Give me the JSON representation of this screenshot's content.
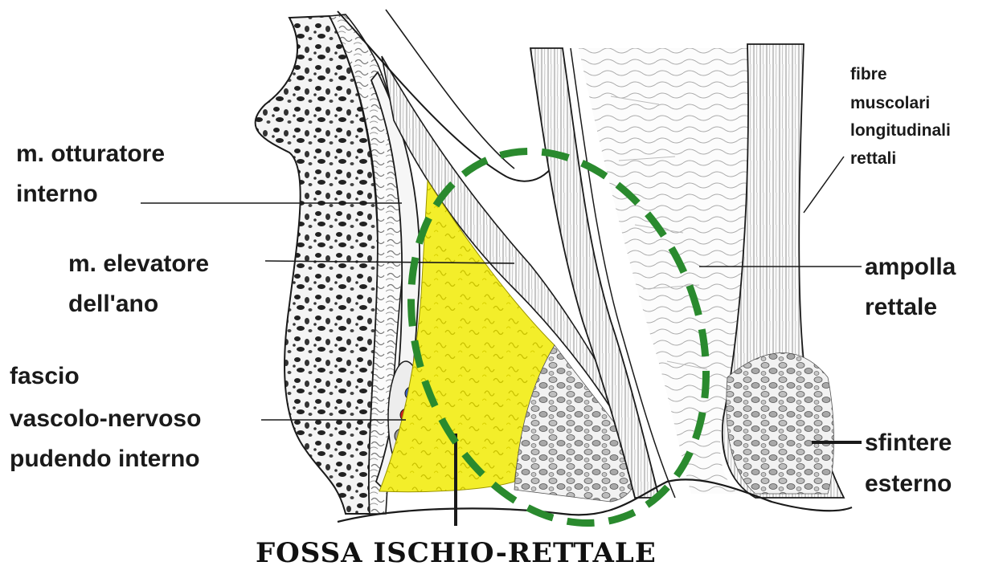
{
  "labels": {
    "otturatore_1": "m. otturatore",
    "otturatore_2": "interno",
    "elevatore_1": "m. elevatore",
    "elevatore_2": "dell'ano",
    "fascio_1": "fascio",
    "fascio_2": "vascolo-nervoso",
    "fascio_3": "pudendo interno",
    "fibre_1": "fibre",
    "fibre_2": "muscolari",
    "fibre_3": "longitudinali",
    "fibre_4": "rettali",
    "ampolla_1": "ampolla",
    "ampolla_2": "rettale",
    "sfintere_1": "sfintere",
    "sfintere_2": "esterno",
    "fossa_title": "FOSSA ISCHIO-RETTALE"
  },
  "colors": {
    "fat_fill": "#f3ee2a",
    "highlight_ellipse": "#2a8a2e",
    "line": "#1a1a1a",
    "vessel_blue": "#3b5fc0",
    "vessel_red": "#d02020"
  }
}
